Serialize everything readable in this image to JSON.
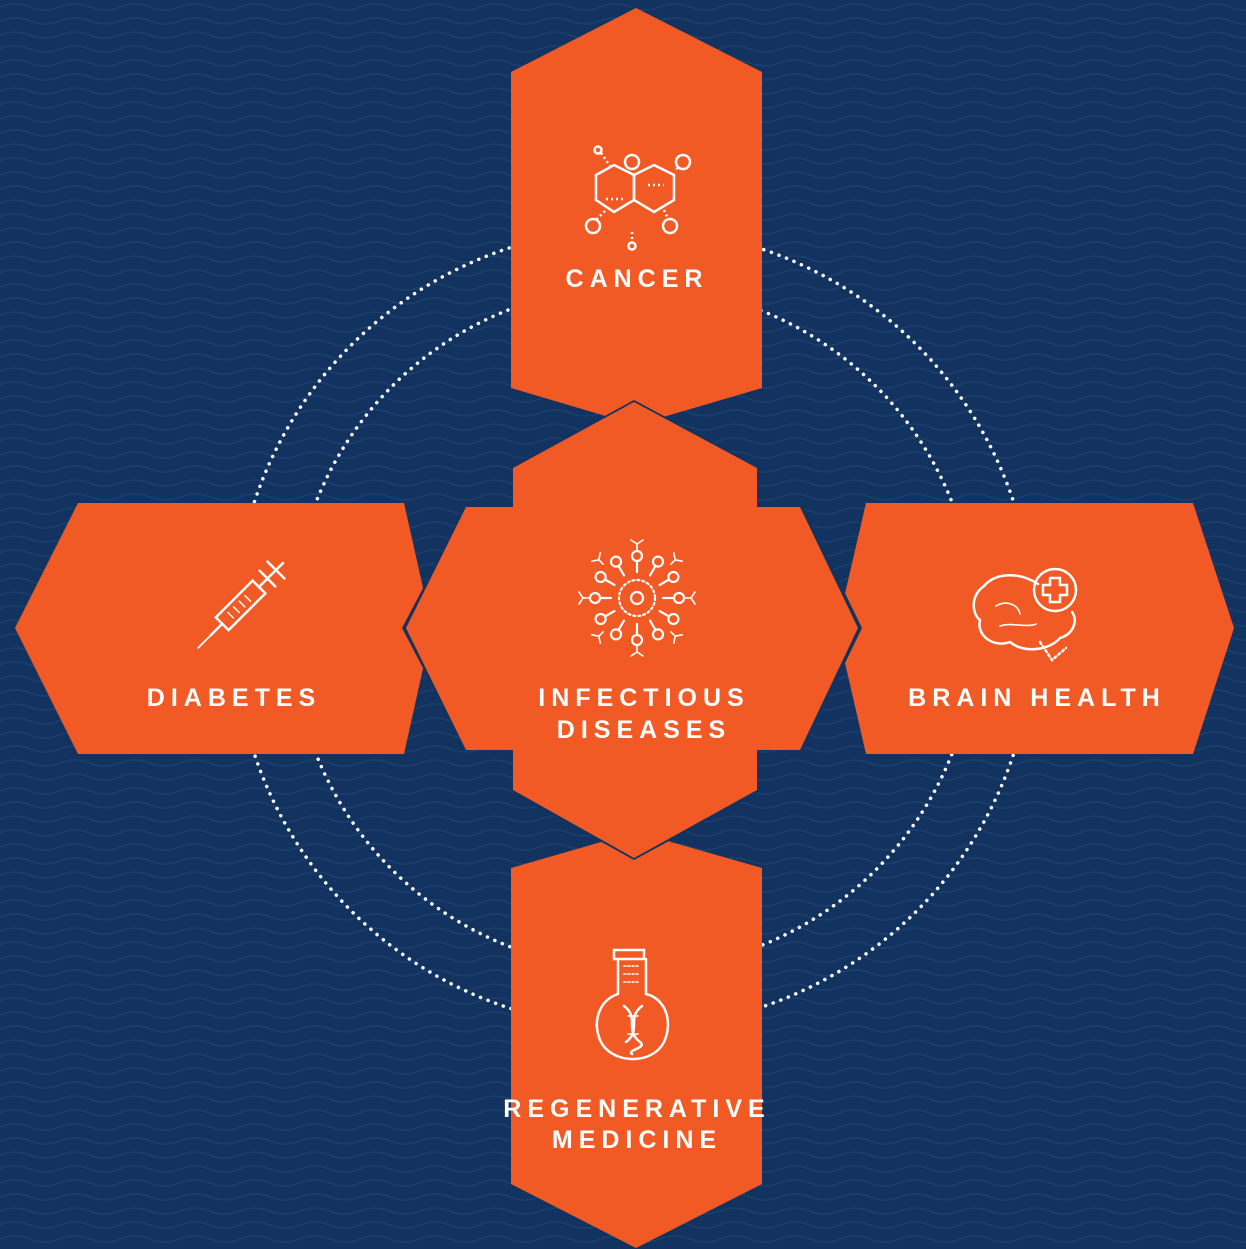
{
  "colors": {
    "background": "#12335f",
    "wave": "#1a3f6f",
    "hexagon": "#f15a24",
    "icon": "#ffffff",
    "ring": "#ffffff"
  },
  "nodes": {
    "cancer": {
      "label": "CANCER",
      "icon": "molecule-icon"
    },
    "diabetes": {
      "label": "DIABETES",
      "icon": "syringe-icon"
    },
    "infectious": {
      "label_line1": "INFECTIOUS",
      "label_line2": "DISEASES",
      "icon": "virus-icon"
    },
    "brain": {
      "label": "BRAIN HEALTH",
      "icon": "brain-plus-icon"
    },
    "regen": {
      "label_line1": "REGENERATIVE",
      "label_line2": "MEDICINE",
      "icon": "flask-dna-icon"
    }
  }
}
